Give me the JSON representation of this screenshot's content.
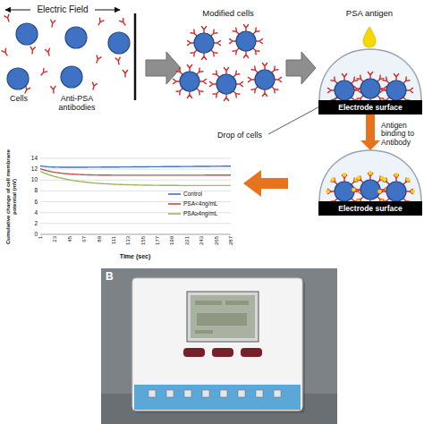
{
  "diagram": {
    "nodes": [
      {
        "text": [
          "Electrode surface"
        ]
      },
      {
        "text": [
          "Electrode surface"
        ]
      }
    ],
    "edges": [
      {
        "from": 0,
        "to": 1,
        "arrow": "to",
        "label": "Antigen binding to Antibody"
      }
    ],
    "labels": [
      "Electric Field",
      "Cells",
      "Anti-PSA antibodies",
      "Modified cells",
      "PSA antigen",
      "Drop of cells",
      "Cumulative change of cell membrane potential (mV)",
      "14",
      "12",
      "10",
      "8",
      "6",
      "4",
      "2",
      "0",
      "1",
      "23",
      "45",
      "67",
      "89",
      "111",
      "133",
      "155",
      "177",
      "199",
      "221",
      "243",
      "265",
      "287",
      "Time (sec)",
      "B"
    ],
    "legend": [
      {
        "text": "Control"
      },
      {
        "text": "PSA<4ng/mL"
      },
      {
        "text": "PSA≥4ng/mL"
      }
    ]
  }
}
